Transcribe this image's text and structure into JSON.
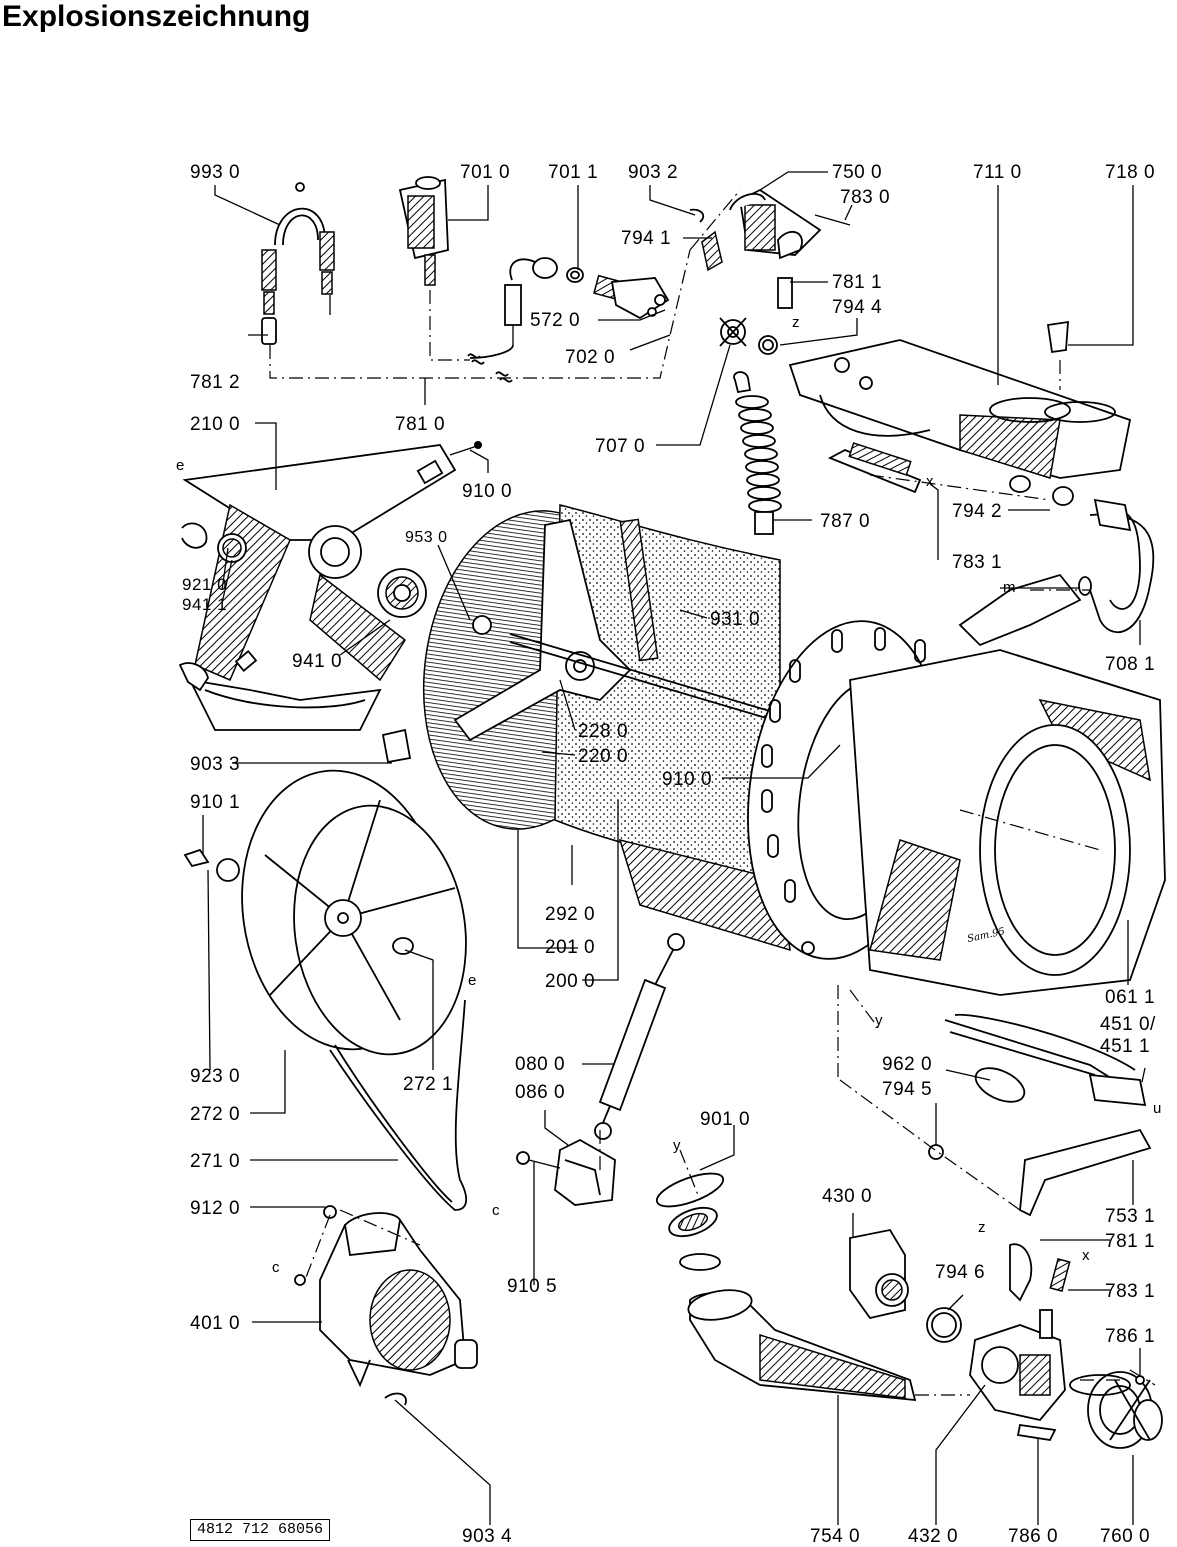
{
  "title": "Explosionszeichnung",
  "doc_code": "4812 712 68056",
  "signature": "Sam.95",
  "part_labels": {
    "p993_0": "993 0",
    "p701_0": "701 0",
    "p701_1": "701 1",
    "p903_2": "903 2",
    "p750_0": "750 0",
    "p783_0": "783 0",
    "p711_0": "711 0",
    "p718_0": "718 0",
    "p794_1": "794 1",
    "p781_1a": "781 1",
    "p794_4": "794 4",
    "p572_0": "572 0",
    "p702_0": "702 0",
    "p781_2": "781 2",
    "p781_0": "781 0",
    "p707_0": "707 0",
    "p210_0": "210 0",
    "p910_0a": "910 0",
    "p953_0": "953 0",
    "p921_0": "921 0",
    "p941_1": "941 1",
    "p941_0": "941 0",
    "p794_2": "794 2",
    "p783_1a": "783 1",
    "p787_0": "787 0",
    "p931_0": "931 0",
    "p708_1": "708 1",
    "p228_0": "228 0",
    "p220_0": "220 0",
    "p903_3": "903 3",
    "p910_0b": "910 0",
    "p910_1": "910 1",
    "p292_0": "292 0",
    "p201_0": "201 0",
    "p200_0": "200 0",
    "p061_1": "061 1",
    "p451_0": "451 0/",
    "p451_1": "451 1",
    "p962_0": "962 0",
    "p794_5": "794 5",
    "p923_0": "923 0",
    "p272_1": "272 1",
    "p272_0": "272 0",
    "p080_0": "080 0",
    "p086_0": "086 0",
    "p901_0": "901 0",
    "p271_0": "271 0",
    "p912_0": "912 0",
    "p910_5": "910 5",
    "p430_0": "430 0",
    "p753_1": "753 1",
    "p781_1b": "781 1",
    "p794_6": "794 6",
    "p783_1b": "783 1",
    "p401_0": "401 0",
    "p786_1": "786 1",
    "p903_4": "903 4",
    "p754_0": "754 0",
    "p432_0": "432 0",
    "p786_0": "786 0",
    "p760_0": "760 0"
  },
  "connector_letters": {
    "e1": "e",
    "e2": "e",
    "m": "m",
    "x1": "x",
    "x2": "x",
    "y1": "y",
    "y2": "y",
    "z1": "z",
    "z2": "z",
    "u": "u",
    "c1": "c",
    "c2": "c"
  }
}
